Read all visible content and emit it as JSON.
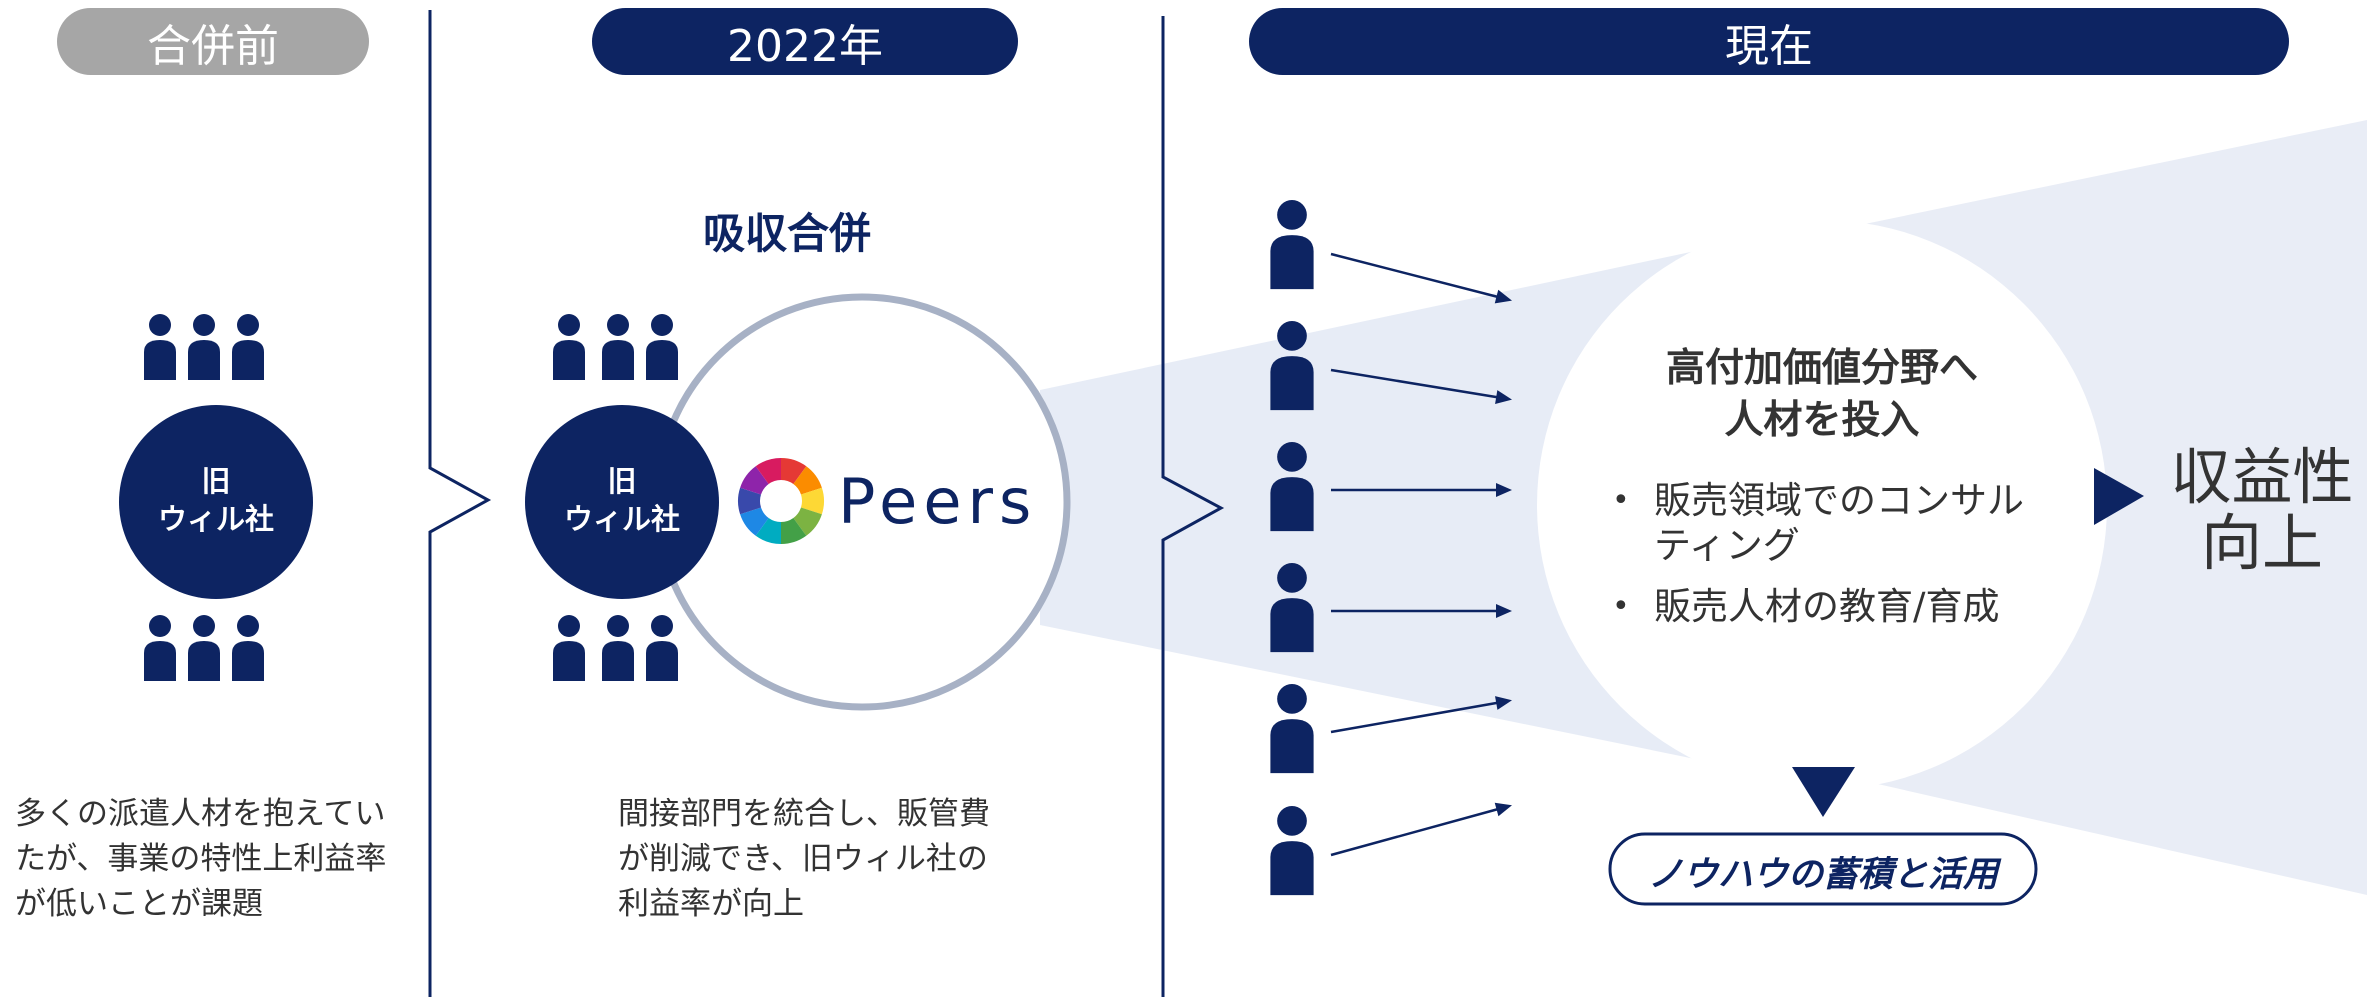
{
  "colors": {
    "navy": "#0d2462",
    "grey": "#a6a6a6",
    "light_blue": "#e3e9f4",
    "ring": "#a7b1c5"
  },
  "stages": [
    {
      "label": "合併前"
    },
    {
      "label": "2022年"
    },
    {
      "label": "現在"
    }
  ],
  "before": {
    "circle_label_line1": "旧",
    "circle_label_line2": "ウィル社",
    "description": "多くの派遣人材を抱えていたが、事業の特性上利益率が低いことが課題"
  },
  "merger": {
    "heading": "吸収合併",
    "circle_label_line1": "旧",
    "circle_label_line2": "ウィル社",
    "logo_text": "Peers",
    "description": "間接部門を統合し、販管費が削減でき、旧ウィル社の利益率が向上"
  },
  "present": {
    "heading_line1": "高付加価値分野へ",
    "heading_line2": "人材を投入",
    "bullets": [
      "販売領域でのコンサルティング",
      "販売人材の教育/育成"
    ],
    "knowhow_label": "ノウハウの蓄積と活用",
    "result_line1": "収益性",
    "result_line2": "向上",
    "person_icon": "person-icon",
    "arrow_icon": "arrow-right-icon"
  }
}
